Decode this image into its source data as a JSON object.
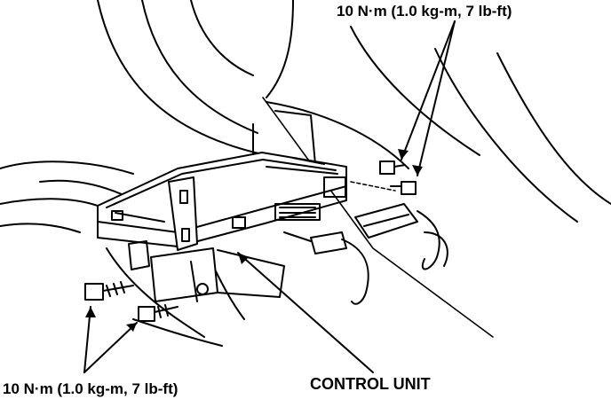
{
  "labels": {
    "torque_top": "10 N·m (1.0 kg-m, 7 lb-ft)",
    "torque_bottom": "10 N·m (1.0 kg-m, 7 lb-ft)",
    "control_unit": "CONTROL UNIT"
  },
  "colors": {
    "ink": "#000000",
    "paper": "#ffffff"
  }
}
